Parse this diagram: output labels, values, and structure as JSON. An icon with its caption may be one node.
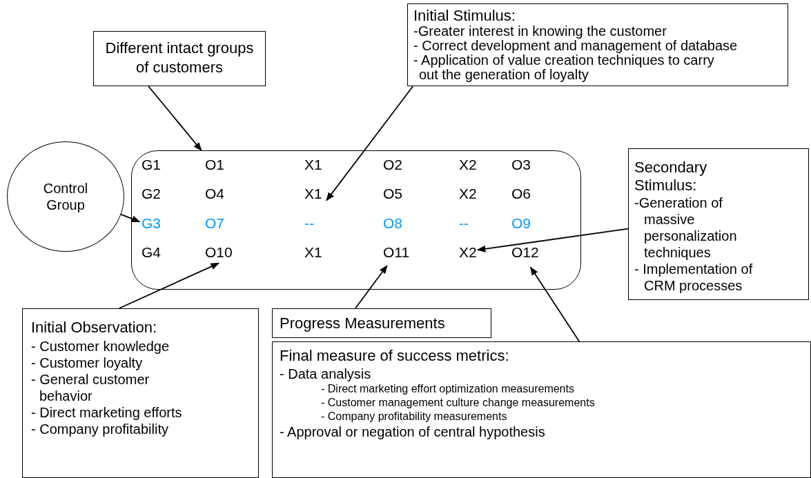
{
  "diagram": {
    "nodes": [
      {
        "text": [
          "Different intact groups of customers"
        ]
      },
      {
        "text": [
          "Initial Stimulus:",
          "-Greater interest in knowing the customer",
          "- Correct development and management of database",
          "- Application of value creation techniques to carry out the generation of loyalty"
        ]
      },
      {
        "text": [
          "Control Group"
        ]
      },
      {
        "text": [],
        "shape": "box"
      },
      {
        "text": [
          "G1"
        ],
        "in": 3
      },
      {
        "text": [
          "O1"
        ],
        "in": 3
      },
      {
        "text": [
          "X1"
        ],
        "in": 3
      },
      {
        "text": [
          "O2"
        ],
        "in": 3
      },
      {
        "text": [
          "X2"
        ],
        "in": 3
      },
      {
        "text": [
          "O3"
        ],
        "in": 3
      },
      {
        "text": [
          "G2"
        ],
        "in": 3
      },
      {
        "text": [
          "O4"
        ],
        "in": 3
      },
      {
        "text": [
          "X1"
        ],
        "in": 3
      },
      {
        "text": [
          "O5"
        ],
        "in": 3
      },
      {
        "text": [
          "X2"
        ],
        "in": 3
      },
      {
        "text": [
          "O6"
        ],
        "in": 3
      },
      {
        "text": [
          "G3"
        ],
        "in": 3
      },
      {
        "text": [
          "O7"
        ],
        "in": 3
      },
      {
        "text": [
          "--"
        ],
        "in": 3
      },
      {
        "text": [
          "O8"
        ],
        "in": 3
      },
      {
        "text": [
          "--"
        ],
        "in": 3
      },
      {
        "text": [
          "O9"
        ],
        "in": 3
      },
      {
        "text": [
          "G4"
        ],
        "in": 3
      },
      {
        "text": [
          "O10"
        ],
        "in": 3
      },
      {
        "text": [
          "X1"
        ],
        "in": 3
      },
      {
        "text": [
          "O11"
        ],
        "in": 3
      },
      {
        "text": [
          "X2"
        ],
        "in": 3
      },
      {
        "text": [
          "O12"
        ],
        "in": 3
      },
      {
        "text": [
          "Secondary Stimulus:",
          "-Generation of massive personalization techniques",
          "- Implementation of CRM processes"
        ]
      },
      {
        "text": [
          "Initial Observation:",
          "- Customer knowledge",
          "- Customer loyalty",
          "- General customer behavior",
          "- Direct marketing efforts",
          "- Company profitability"
        ]
      },
      {
        "text": [
          "Progress Measurements"
        ]
      },
      {
        "text": [
          "Final measure of success metrics:",
          "- Data analysis",
          "- Direct marketing  effort optimization measurements",
          "- Customer management culture change  measurements",
          "- Company profitability measurements",
          "- Approval or negation of central hypothesis"
        ]
      }
    ],
    "edges": [
      {
        "from": 0,
        "to": 3,
        "arrow": "to"
      },
      {
        "from": 1,
        "to": 12,
        "arrow": "to"
      },
      {
        "from": 2,
        "to": 16,
        "arrow": "to"
      },
      {
        "from": 28,
        "to": 26,
        "arrow": "to"
      },
      {
        "from": 29,
        "to": 23,
        "arrow": "to"
      },
      {
        "from": 30,
        "to": 25,
        "arrow": "to"
      },
      {
        "from": 31,
        "to": 27,
        "arrow": "to"
      }
    ]
  }
}
